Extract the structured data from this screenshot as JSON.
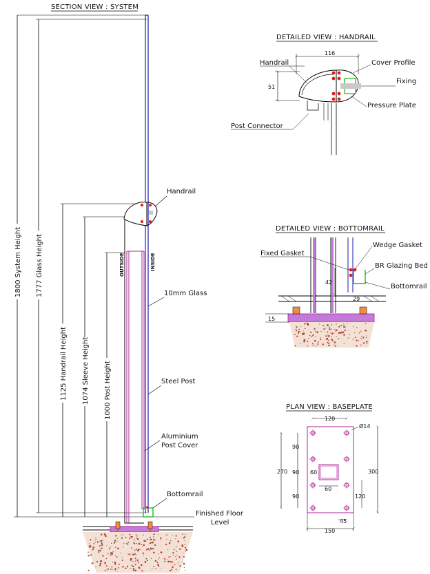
{
  "section_view": {
    "title": "SECTION VIEW : SYSTEM",
    "dims": {
      "system_height": "1800 System Height",
      "glass_height": "1777 Glass Height",
      "handrail_height": "1125 Handrail Height",
      "sleeve_height": "1074 Sleeve Height",
      "post_height": "1000 Post Height"
    },
    "side_outside": "OUTSIDE",
    "side_inside": "INSIDE",
    "labels": {
      "handrail": "Handrail",
      "glass": "10mm Glass",
      "steel_post": "Steel Post",
      "aluminium_1": "Aluminium",
      "aluminium_2": "Post Cover",
      "bottomrail": "Bottomrail",
      "floor_1": "Finished Floor",
      "floor_2": "Level"
    }
  },
  "handrail_view": {
    "title": "DETAILED VIEW : HANDRAIL",
    "dim_width": "116",
    "dim_height": "51",
    "labels": {
      "handrail": "Handrail",
      "cover_profile": "Cover Profile",
      "fixing": "Fixing",
      "pressure_plate": "Pressure Plate",
      "post_connector": "Post Connector"
    }
  },
  "bottomrail_view": {
    "title": "DETAILED VIEW : BOTTOMRAIL",
    "dim_height": "42",
    "dim_width": "29",
    "dim_edge": "15",
    "labels": {
      "fixed_gasket": "Fixed Gasket",
      "wedge_gasket": "Wedge Gasket",
      "br_glazing": "BR Glazing Bed",
      "bottomrail": "Bottomrail"
    }
  },
  "baseplate_view": {
    "title": "PLAN VIEW : BASEPLATE",
    "dims": {
      "top_120": "120",
      "hole": "Ø14",
      "left_90a": "90",
      "left_270": "270",
      "left_90b": "90",
      "inner_60v": "60",
      "inner_60h": "60",
      "left_90c": "90",
      "right_300": "300",
      "right_120": "120",
      "bottom_45": "45",
      "bottom_150": "150"
    }
  }
}
